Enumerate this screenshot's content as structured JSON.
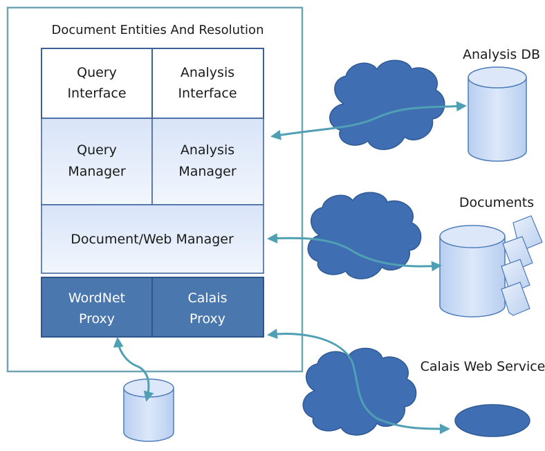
{
  "diagram": {
    "container_title": "Document Entities And Resolution",
    "blocks": {
      "query_interface": [
        "Query",
        "Interface"
      ],
      "analysis_interface": [
        "Analysis",
        "Interface"
      ],
      "query_manager": [
        "Query",
        "Manager"
      ],
      "analysis_manager": [
        "Analysis",
        "Manager"
      ],
      "document_web_manager": "Document/Web Manager",
      "wordnet_proxy": [
        "WordNet",
        "Proxy"
      ],
      "calais_proxy": [
        "Calais",
        "Proxy"
      ]
    },
    "external": {
      "analysis_db": "Analysis DB",
      "documents": "Documents",
      "calais_web_service": "Calais Web Service"
    },
    "colors": {
      "container_border": "#6fa6b4",
      "block_border": "#3a5f99",
      "light_top": "#ffffff",
      "gradient_top": "#d8e4f8",
      "gradient_bottom": "#f2f6fd",
      "proxy_fill": "#4a77ad",
      "cloud_fill": "#3f6fb2",
      "arrow": "#4fa0b4",
      "db_fill": "#cfdff6",
      "db_stroke": "#4b7bb8"
    }
  }
}
